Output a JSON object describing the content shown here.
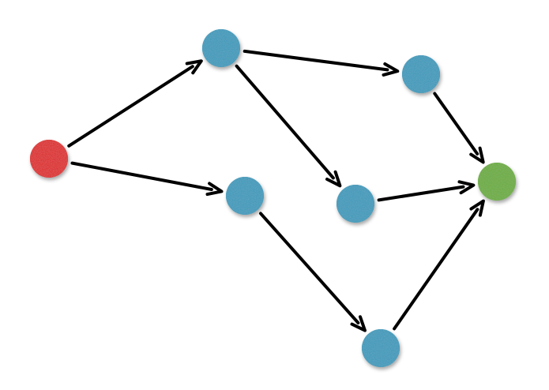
{
  "diagram": {
    "type": "directed-graph",
    "colors": {
      "background": "#ffffff",
      "edge": "#000000",
      "start": "#e02828",
      "intermediate": "#3a9bbd",
      "end": "#6cae3e"
    },
    "nodes": [
      {
        "id": "start",
        "role": "start",
        "color": "#e02828"
      },
      {
        "id": "top",
        "role": "intermediate",
        "color": "#3a9bbd"
      },
      {
        "id": "top-right",
        "role": "intermediate",
        "color": "#3a9bbd"
      },
      {
        "id": "middle",
        "role": "intermediate",
        "color": "#3a9bbd"
      },
      {
        "id": "center-right",
        "role": "intermediate",
        "color": "#3a9bbd"
      },
      {
        "id": "bottom",
        "role": "intermediate",
        "color": "#3a9bbd"
      },
      {
        "id": "end",
        "role": "end",
        "color": "#6cae3e"
      }
    ],
    "edges": [
      {
        "from": "start",
        "to": "top"
      },
      {
        "from": "start",
        "to": "middle"
      },
      {
        "from": "top",
        "to": "top-right"
      },
      {
        "from": "top",
        "to": "center-right"
      },
      {
        "from": "top-right",
        "to": "end"
      },
      {
        "from": "center-right",
        "to": "end"
      },
      {
        "from": "middle",
        "to": "bottom"
      },
      {
        "from": "bottom",
        "to": "end"
      }
    ]
  }
}
